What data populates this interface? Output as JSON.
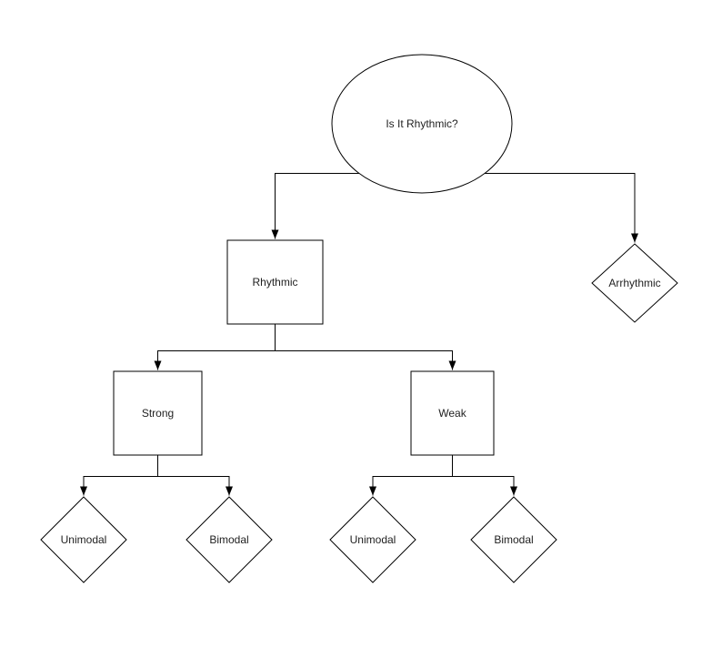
{
  "diagram": {
    "type": "flowchart-decision-tree",
    "background_color": "#ffffff",
    "shape_fill_color": "#ffffff",
    "stroke_color": "#000000",
    "text_color": "#1f1f1f",
    "nodes": {
      "root": {
        "label": "Is It Rhythmic?",
        "shape": "ellipse"
      },
      "rhythmic": {
        "label": "Rhythmic",
        "shape": "rectangle"
      },
      "arrhythmic": {
        "label": "Arrhythmic",
        "shape": "diamond"
      },
      "strong": {
        "label": "Strong",
        "shape": "rectangle"
      },
      "weak": {
        "label": "Weak",
        "shape": "rectangle"
      },
      "strong_unimodal": {
        "label": "Unimodal",
        "shape": "diamond"
      },
      "strong_bimodal": {
        "label": "Bimodal",
        "shape": "diamond"
      },
      "weak_unimodal": {
        "label": "Unimodal",
        "shape": "diamond"
      },
      "weak_bimodal": {
        "label": "Bimodal",
        "shape": "diamond"
      }
    },
    "edges": [
      {
        "from": "root",
        "to": "rhythmic"
      },
      {
        "from": "root",
        "to": "arrhythmic"
      },
      {
        "from": "rhythmic",
        "to": "strong"
      },
      {
        "from": "rhythmic",
        "to": "weak"
      },
      {
        "from": "strong",
        "to": "strong_unimodal"
      },
      {
        "from": "strong",
        "to": "strong_bimodal"
      },
      {
        "from": "weak",
        "to": "weak_unimodal"
      },
      {
        "from": "weak",
        "to": "weak_bimodal"
      }
    ]
  }
}
